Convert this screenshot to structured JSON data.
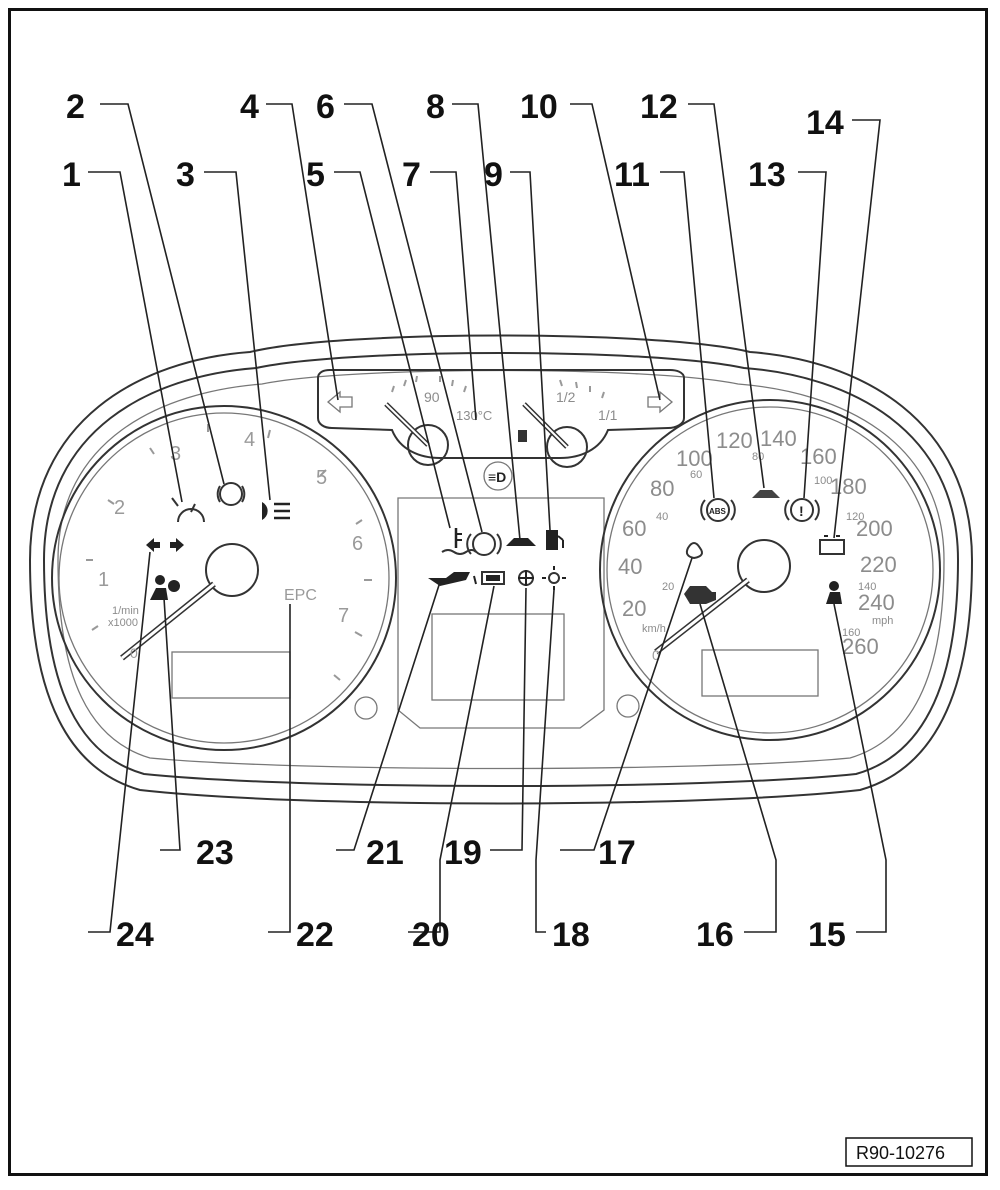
{
  "reference_code": "R90-10276",
  "callouts": [
    {
      "number": "1"
    },
    {
      "number": "2"
    },
    {
      "number": "3"
    },
    {
      "number": "4"
    },
    {
      "number": "5"
    },
    {
      "number": "6"
    },
    {
      "number": "7"
    },
    {
      "number": "8"
    },
    {
      "number": "9"
    },
    {
      "number": "10"
    },
    {
      "number": "11"
    },
    {
      "number": "12"
    },
    {
      "number": "13"
    },
    {
      "number": "14"
    },
    {
      "number": "15"
    },
    {
      "number": "16"
    },
    {
      "number": "17"
    },
    {
      "number": "18"
    },
    {
      "number": "19"
    },
    {
      "number": "20"
    },
    {
      "number": "21"
    },
    {
      "number": "22"
    },
    {
      "number": "23"
    },
    {
      "number": "24"
    }
  ],
  "tachometer": {
    "numbers": [
      "1",
      "2",
      "3",
      "4",
      "5",
      "6",
      "7"
    ],
    "unit_line1": "1/min",
    "unit_line2": "x1000",
    "zero": "0",
    "epc_label": "EPC"
  },
  "temp_gauge": {
    "label_90": "90",
    "label_130": "130°C"
  },
  "fuel_gauge": {
    "label_half": "1/2",
    "label_full": "1/1"
  },
  "speedometer": {
    "kmh": [
      "20",
      "40",
      "60",
      "80",
      "100",
      "120",
      "140",
      "160",
      "180",
      "200",
      "220",
      "240",
      "260"
    ],
    "mph": [
      "20",
      "40",
      "60",
      "80",
      "100",
      "120",
      "140",
      "160"
    ],
    "unit_kmh": "km/h",
    "unit_mph": "mph",
    "zero": "0",
    "abs_label": "ABS"
  },
  "icons": [
    "cruise-control-icon",
    "brake-pad-wear-icon",
    "rear-fog-light-icon",
    "turn-left-arrow-icon",
    "coolant-icon",
    "steering-icon",
    "hood-open-icon",
    "fuel-reserve-icon",
    "turn-right-arrow-icon",
    "abs-icon",
    "trunk-open-icon",
    "brake-warning-icon",
    "battery-icon",
    "seatbelt-icon",
    "engine-check-icon",
    "glow-plug-icon",
    "side-light-icon",
    "door-open-icon",
    "ice-warning-icon",
    "oil-pressure-icon",
    "epc-icon",
    "airbag-icon",
    "turn-signal-icon",
    "high-beam-icon"
  ]
}
